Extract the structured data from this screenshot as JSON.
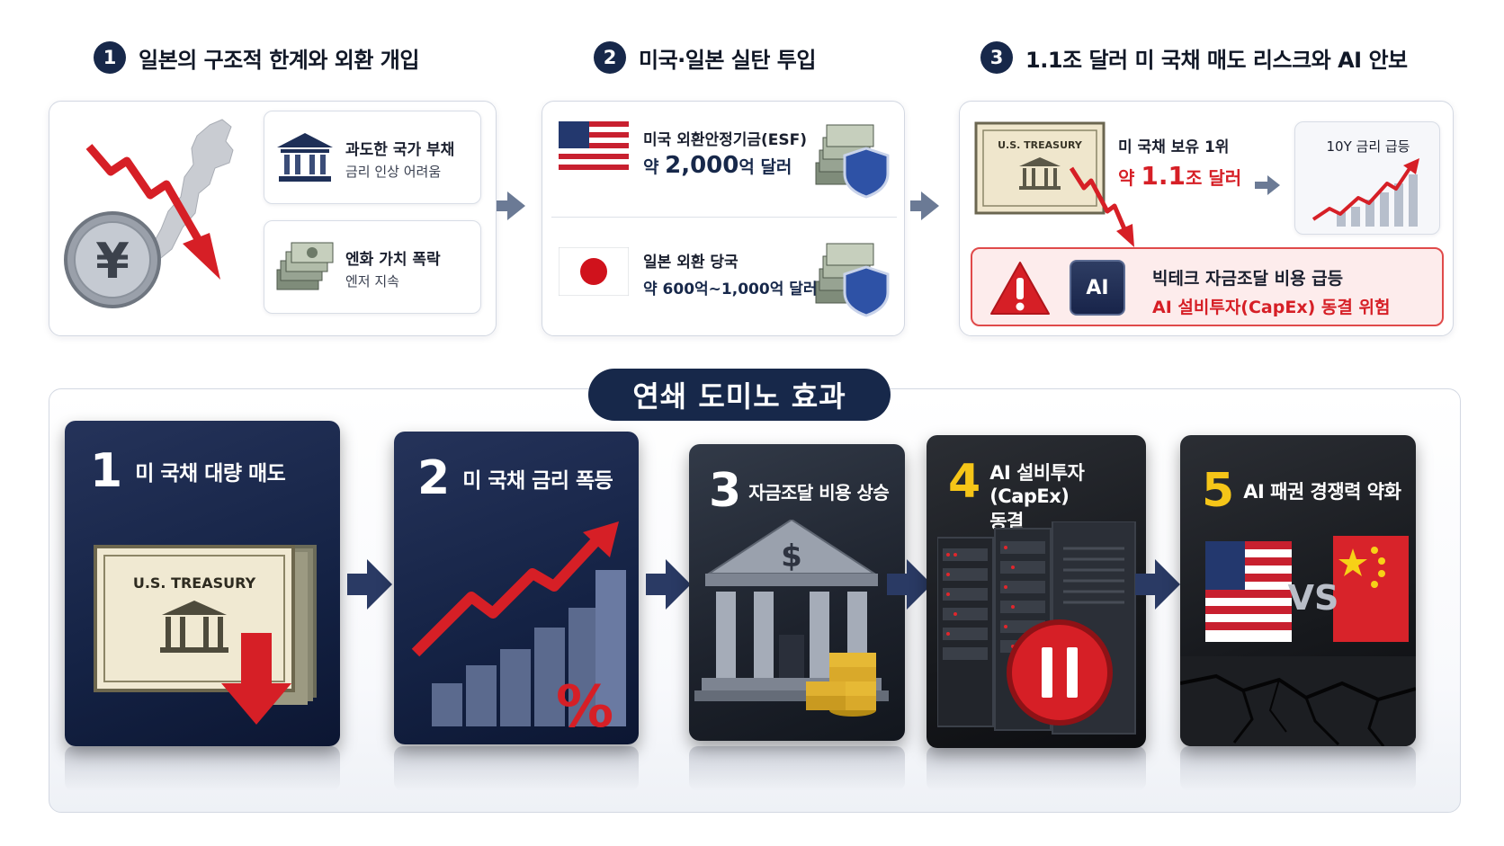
{
  "colors": {
    "navy": "#17284a",
    "red": "#d61f26",
    "yellow": "#f5c518",
    "panel_border": "#d3d8e2"
  },
  "sections": [
    {
      "number": "1",
      "title": "일본의 구조적 한계와 외환 개입"
    },
    {
      "number": "2",
      "title": "미국·일본 실탄 투입"
    },
    {
      "number": "3",
      "title": "1.1조 달러 미 국채 매도 리스크와 AI 안보"
    }
  ],
  "panel1": {
    "cards": [
      {
        "title": "과도한 국가 부채",
        "sub": "금리 인상 어려움",
        "icon": "bank-icon"
      },
      {
        "title": "엔화 가치 폭락",
        "sub": "엔저 지속",
        "icon": "cash-stack-icon"
      }
    ],
    "coin_symbol": "¥"
  },
  "panel2": {
    "rows": [
      {
        "title": "미국 외환안정기금(ESF)",
        "amount_prefix": "약 ",
        "amount_big": "2,000",
        "amount_suffix": "억 달러",
        "flag": "us-flag-icon"
      },
      {
        "title": "일본 외환 당국",
        "amount_full": "약 600억~1,000억 달러",
        "flag": "japan-flag-icon"
      }
    ]
  },
  "panel3": {
    "holder_label": "미 국채 보유 1위",
    "holder_prefix": "약 ",
    "holder_big": "1.1",
    "holder_suffix": "조 달러",
    "rate_label": "10Y 금리 급등",
    "treasury_text": "U.S. TREASURY",
    "warning": {
      "chip_text": "AI",
      "line1": "빅테크 자금조달 비용 급등",
      "line2": "AI 설비투자(CapEx) 동결 위험"
    }
  },
  "domino": {
    "title": "연쇄 도미노 효과",
    "steps": [
      {
        "num": "1",
        "label": "미 국채 대량 매도",
        "treasury_text": "U.S. TREASURY"
      },
      {
        "num": "2",
        "label": "미 국채 금리 폭등",
        "percent": "%"
      },
      {
        "num": "3",
        "label": "자금조달 비용 상승",
        "dollar": "$"
      },
      {
        "num": "4",
        "label_line1": "AI 설비투자(CapEx)",
        "label_line2": "동결"
      },
      {
        "num": "5",
        "label": "AI 패권 경쟁력 약화",
        "vs": "VS"
      }
    ]
  }
}
